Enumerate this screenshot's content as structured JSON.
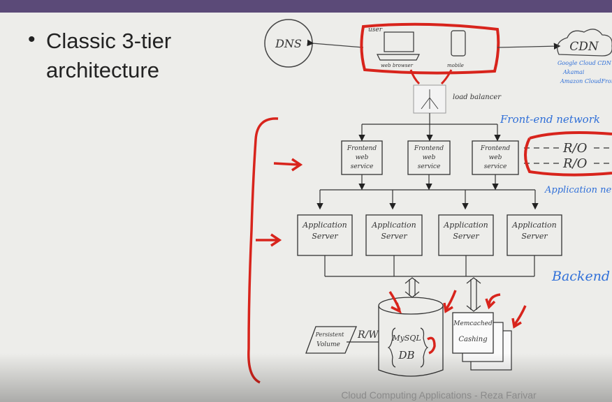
{
  "slide": {
    "bullet_line1": "Classic 3-tier",
    "bullet_line2": "architecture",
    "footer": "Cloud Computing Applications - Reza Farivar"
  },
  "diagram": {
    "dns": "DNS",
    "user": "user",
    "web_browser": "web browser",
    "mobile": "mobile",
    "cdn": "CDN",
    "cdn_providers": [
      "Google Cloud CDN",
      "Akamai",
      "Amazon CloudFront"
    ],
    "load_balancer": "load balancer",
    "frontend_network": "Front-end network",
    "frontend_servers": [
      {
        "l1": "Frontend",
        "l2": "web",
        "l3": "service"
      },
      {
        "l1": "Frontend",
        "l2": "web",
        "l3": "service"
      },
      {
        "l1": "Frontend",
        "l2": "web",
        "l3": "service"
      }
    ],
    "io_lines": [
      "R/O",
      "R/O"
    ],
    "application_network": "Application network",
    "app_servers": [
      {
        "l1": "Application",
        "l2": "Server"
      },
      {
        "l1": "Application",
        "l2": "Server"
      },
      {
        "l1": "Application",
        "l2": "Server"
      },
      {
        "l1": "Application",
        "l2": "Server"
      }
    ],
    "backend": "Backend",
    "db_l1": "MySQL",
    "db_l2": "DB",
    "memcached_l1": "Memcached",
    "memcached_l2": "Cashing",
    "persistent_l1": "Persistent",
    "persistent_l2": "Volume",
    "rw": "R/W"
  },
  "colors": {
    "annotation_red": "#d8241c",
    "handwriting_blue": "#2f6fd8",
    "ink": "#222222",
    "topbar": "#5b4a78"
  }
}
